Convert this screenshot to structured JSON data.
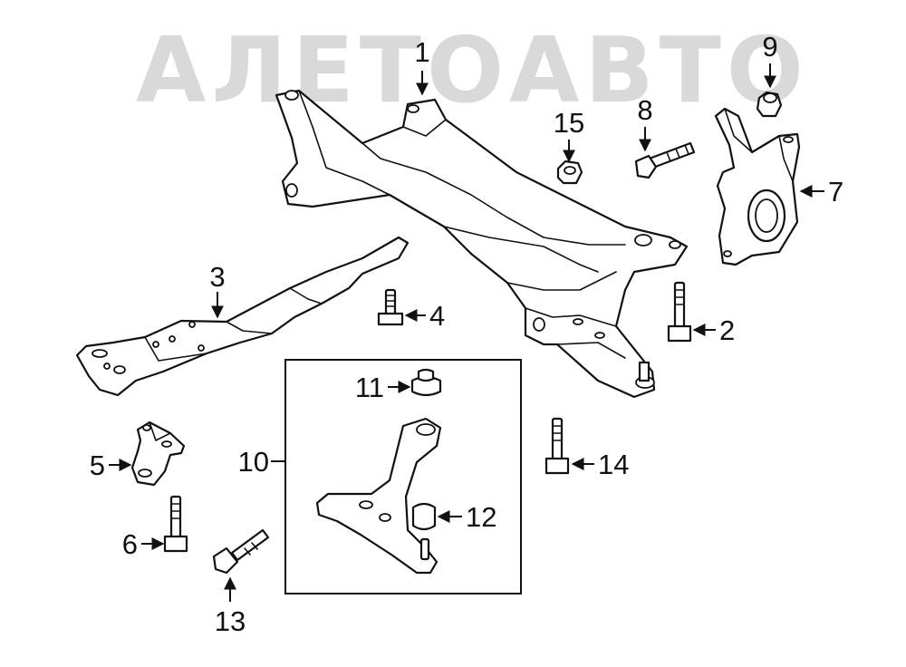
{
  "watermark": "АЛЕТОАВТО",
  "callouts": {
    "c1": "1",
    "c2": "2",
    "c3": "3",
    "c4": "4",
    "c5": "5",
    "c6": "6",
    "c7": "7",
    "c8": "8",
    "c9": "9",
    "c10": "10",
    "c11": "11",
    "c12": "12",
    "c13": "13",
    "c14": "14",
    "c15": "15"
  }
}
